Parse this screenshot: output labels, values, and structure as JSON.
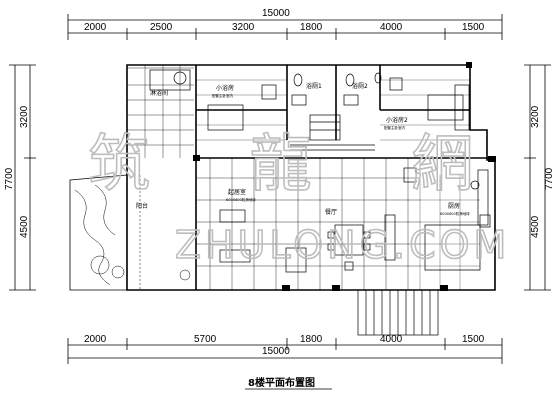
{
  "dimensions": {
    "top_total": "15000",
    "top_segments": [
      "2000",
      "2500",
      "3200",
      "1800",
      "4000",
      "1500"
    ],
    "bottom_total": "15000",
    "bottom_segments": [
      "2000",
      "5700",
      "1800",
      "4000",
      "1500"
    ],
    "left_total": "7700",
    "left_segments": [
      "3200",
      "4500"
    ],
    "right_total": "7700",
    "right_segments": [
      "3200",
      "4500"
    ]
  },
  "rooms": {
    "bathroom": "淋浴间",
    "small_room_1": "小浴房",
    "small_room_1_sub": "配套主卧室内",
    "toilet_1": "浴厕1",
    "toilet_2": "浴厕2",
    "small_room_2": "小浴房2",
    "small_room_2_sub": "配套主卧室内",
    "balcony": "阳台",
    "living_room": "起居室",
    "living_room_sub": "600X600防滑地砖",
    "dining_room": "餐厅",
    "kitchen": "厨房",
    "kitchen_sub": "600X600防滑地砖"
  },
  "caption": "8楼平面布置图",
  "watermark": {
    "chars": "筑 龍 網",
    "latin": "ZHULONG.COM"
  }
}
